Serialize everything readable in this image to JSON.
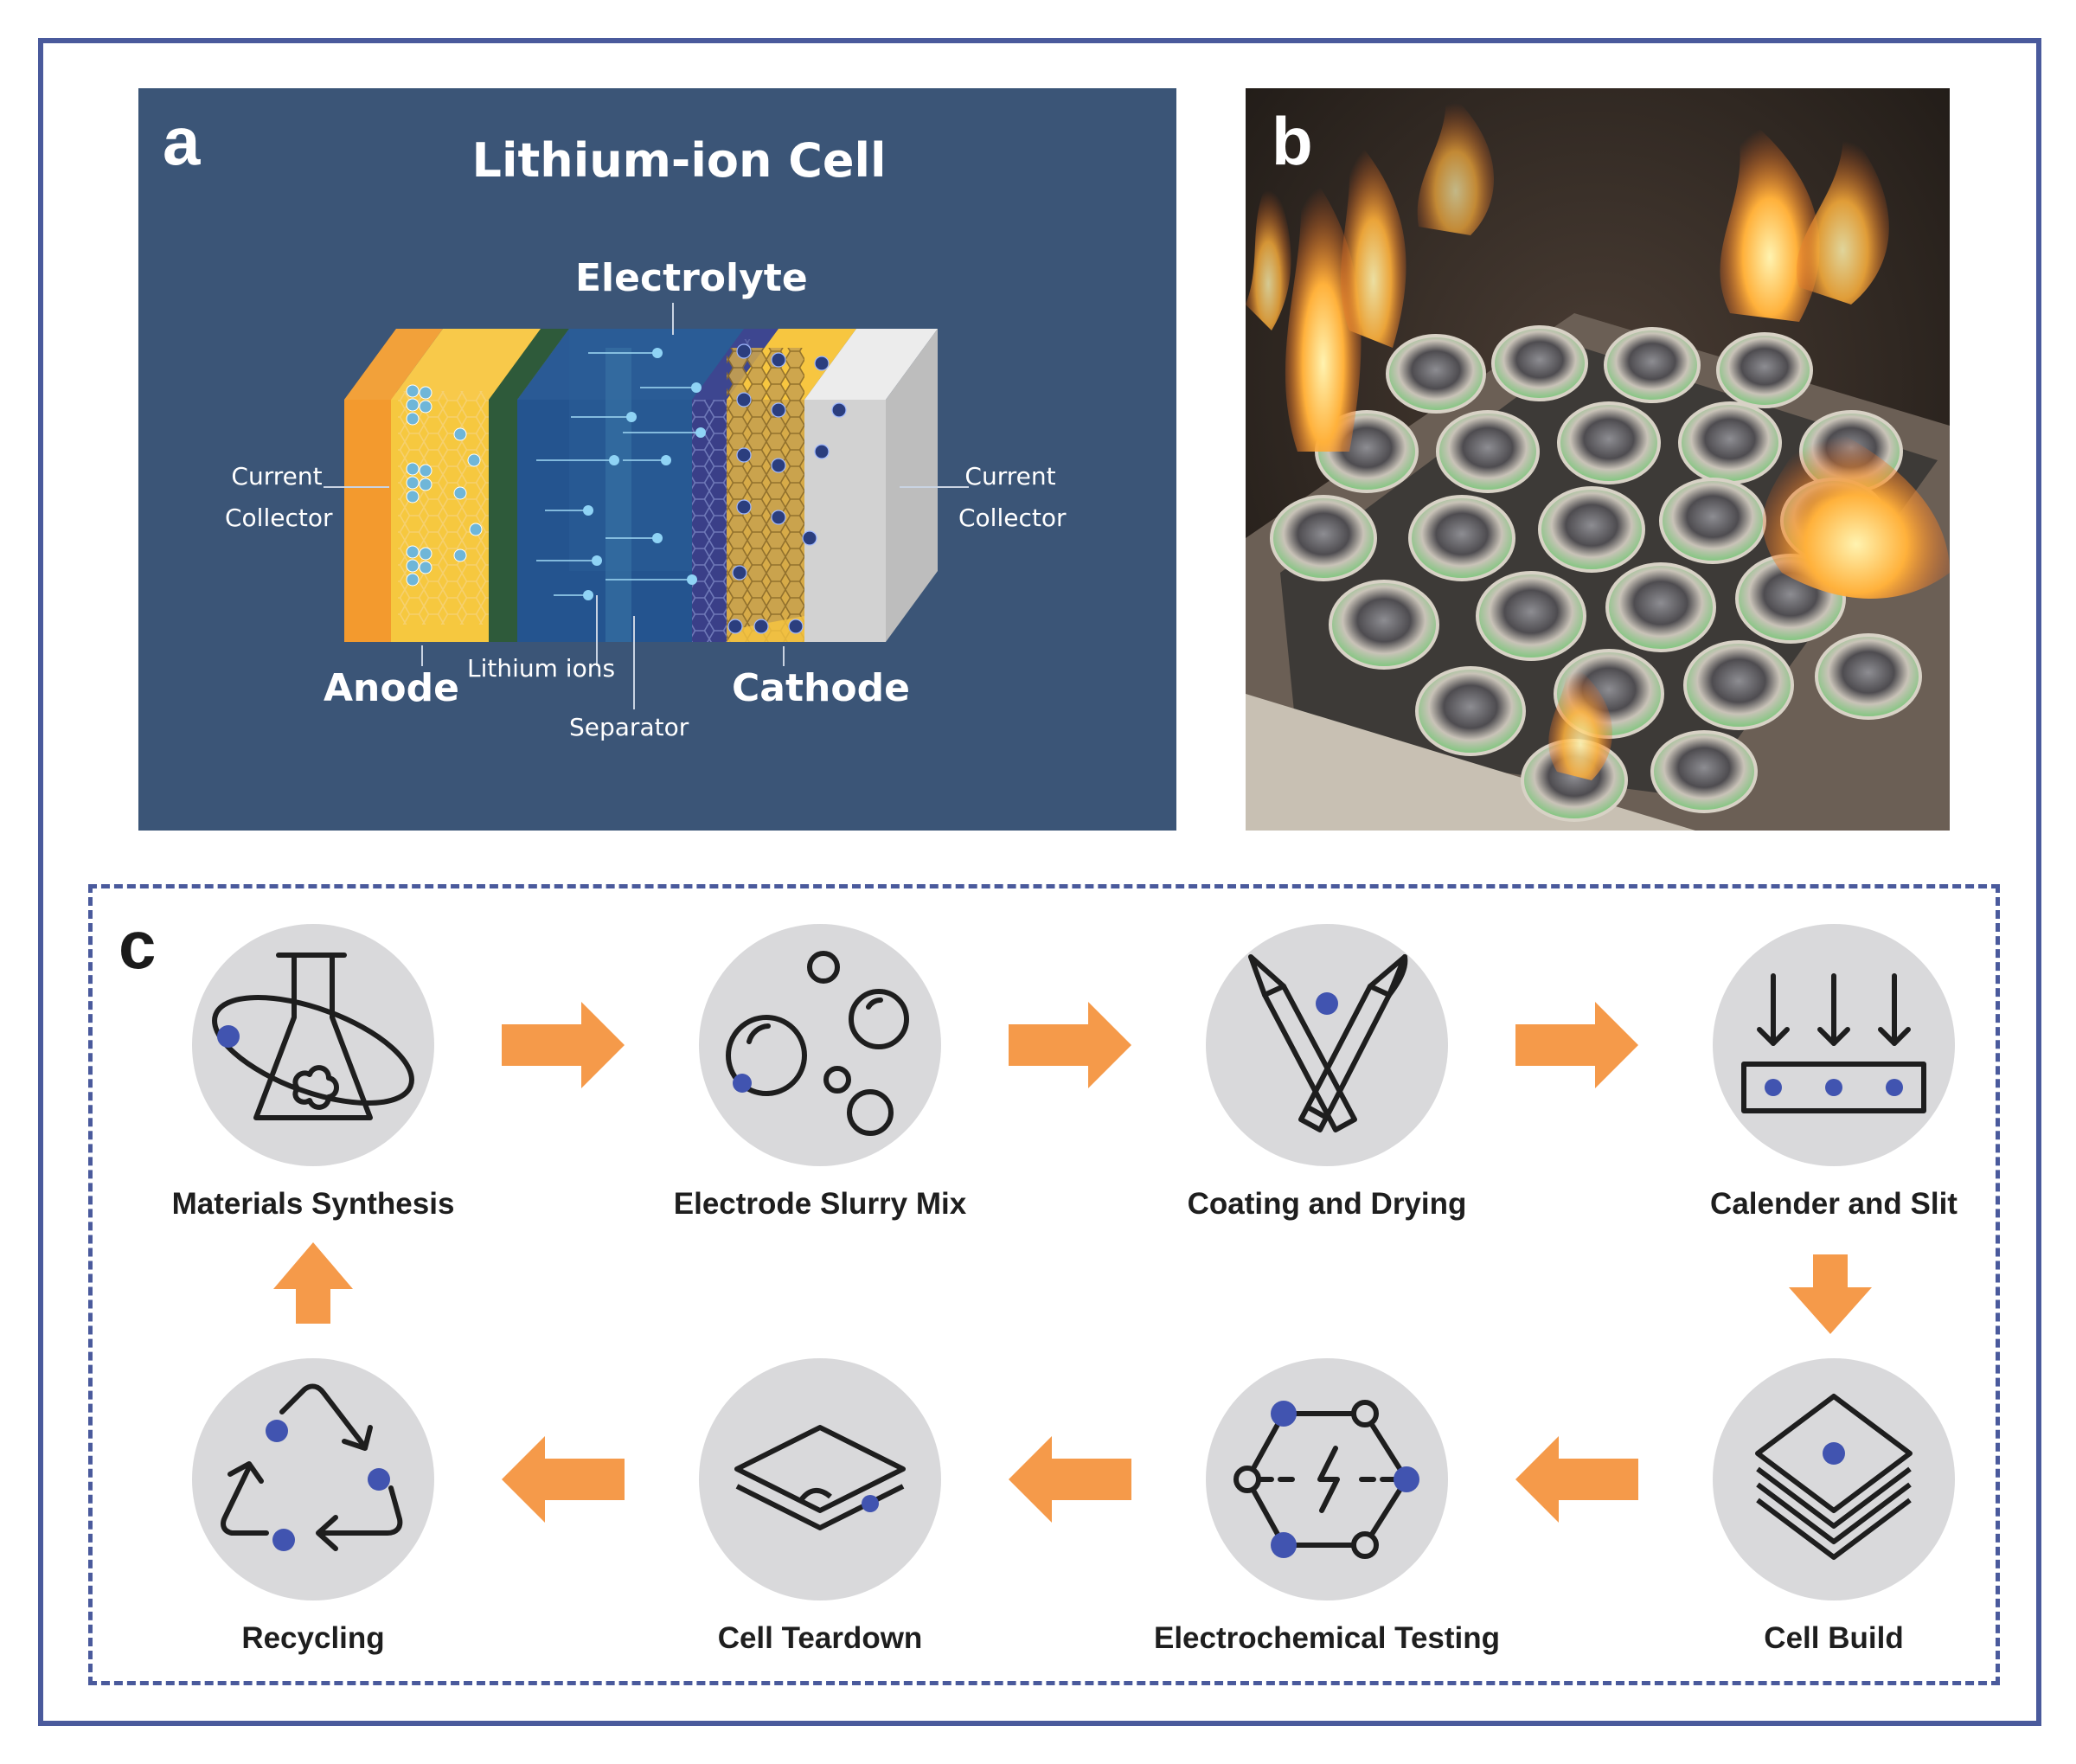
{
  "panel_a": {
    "letter": "a",
    "title": "Lithium-ion Cell",
    "electrolyte": "Electrolyte",
    "current_collector_left": [
      "Current",
      "Collector"
    ],
    "current_collector_right": [
      "Current",
      "Collector"
    ],
    "anode": "Anode",
    "lithium_ions": "Lithium ions",
    "separator": "Separator",
    "cathode": "Cathode"
  },
  "panel_b": {
    "letter": "b"
  },
  "panel_c": {
    "letter": "c",
    "steps": [
      {
        "label": "Materials Synthesis",
        "icon": "flask-icon"
      },
      {
        "label": "Electrode Slurry Mix",
        "icon": "bubbles-icon"
      },
      {
        "label": "Coating and Drying",
        "icon": "brushes-icon"
      },
      {
        "label": "Calender and Slit",
        "icon": "press-icon"
      },
      {
        "label": "Cell Build",
        "icon": "stack-icon"
      },
      {
        "label": "Electrochemical Testing",
        "icon": "hexagon-bolt-icon"
      },
      {
        "label": "Cell Teardown",
        "icon": "layers-peel-icon"
      },
      {
        "label": "Recycling",
        "icon": "recycle-icon"
      }
    ],
    "colors": {
      "arrow": "#f59a4a",
      "dot": "#4154b0",
      "circle": "#d9d9db",
      "border": "#4a5a9c"
    }
  }
}
